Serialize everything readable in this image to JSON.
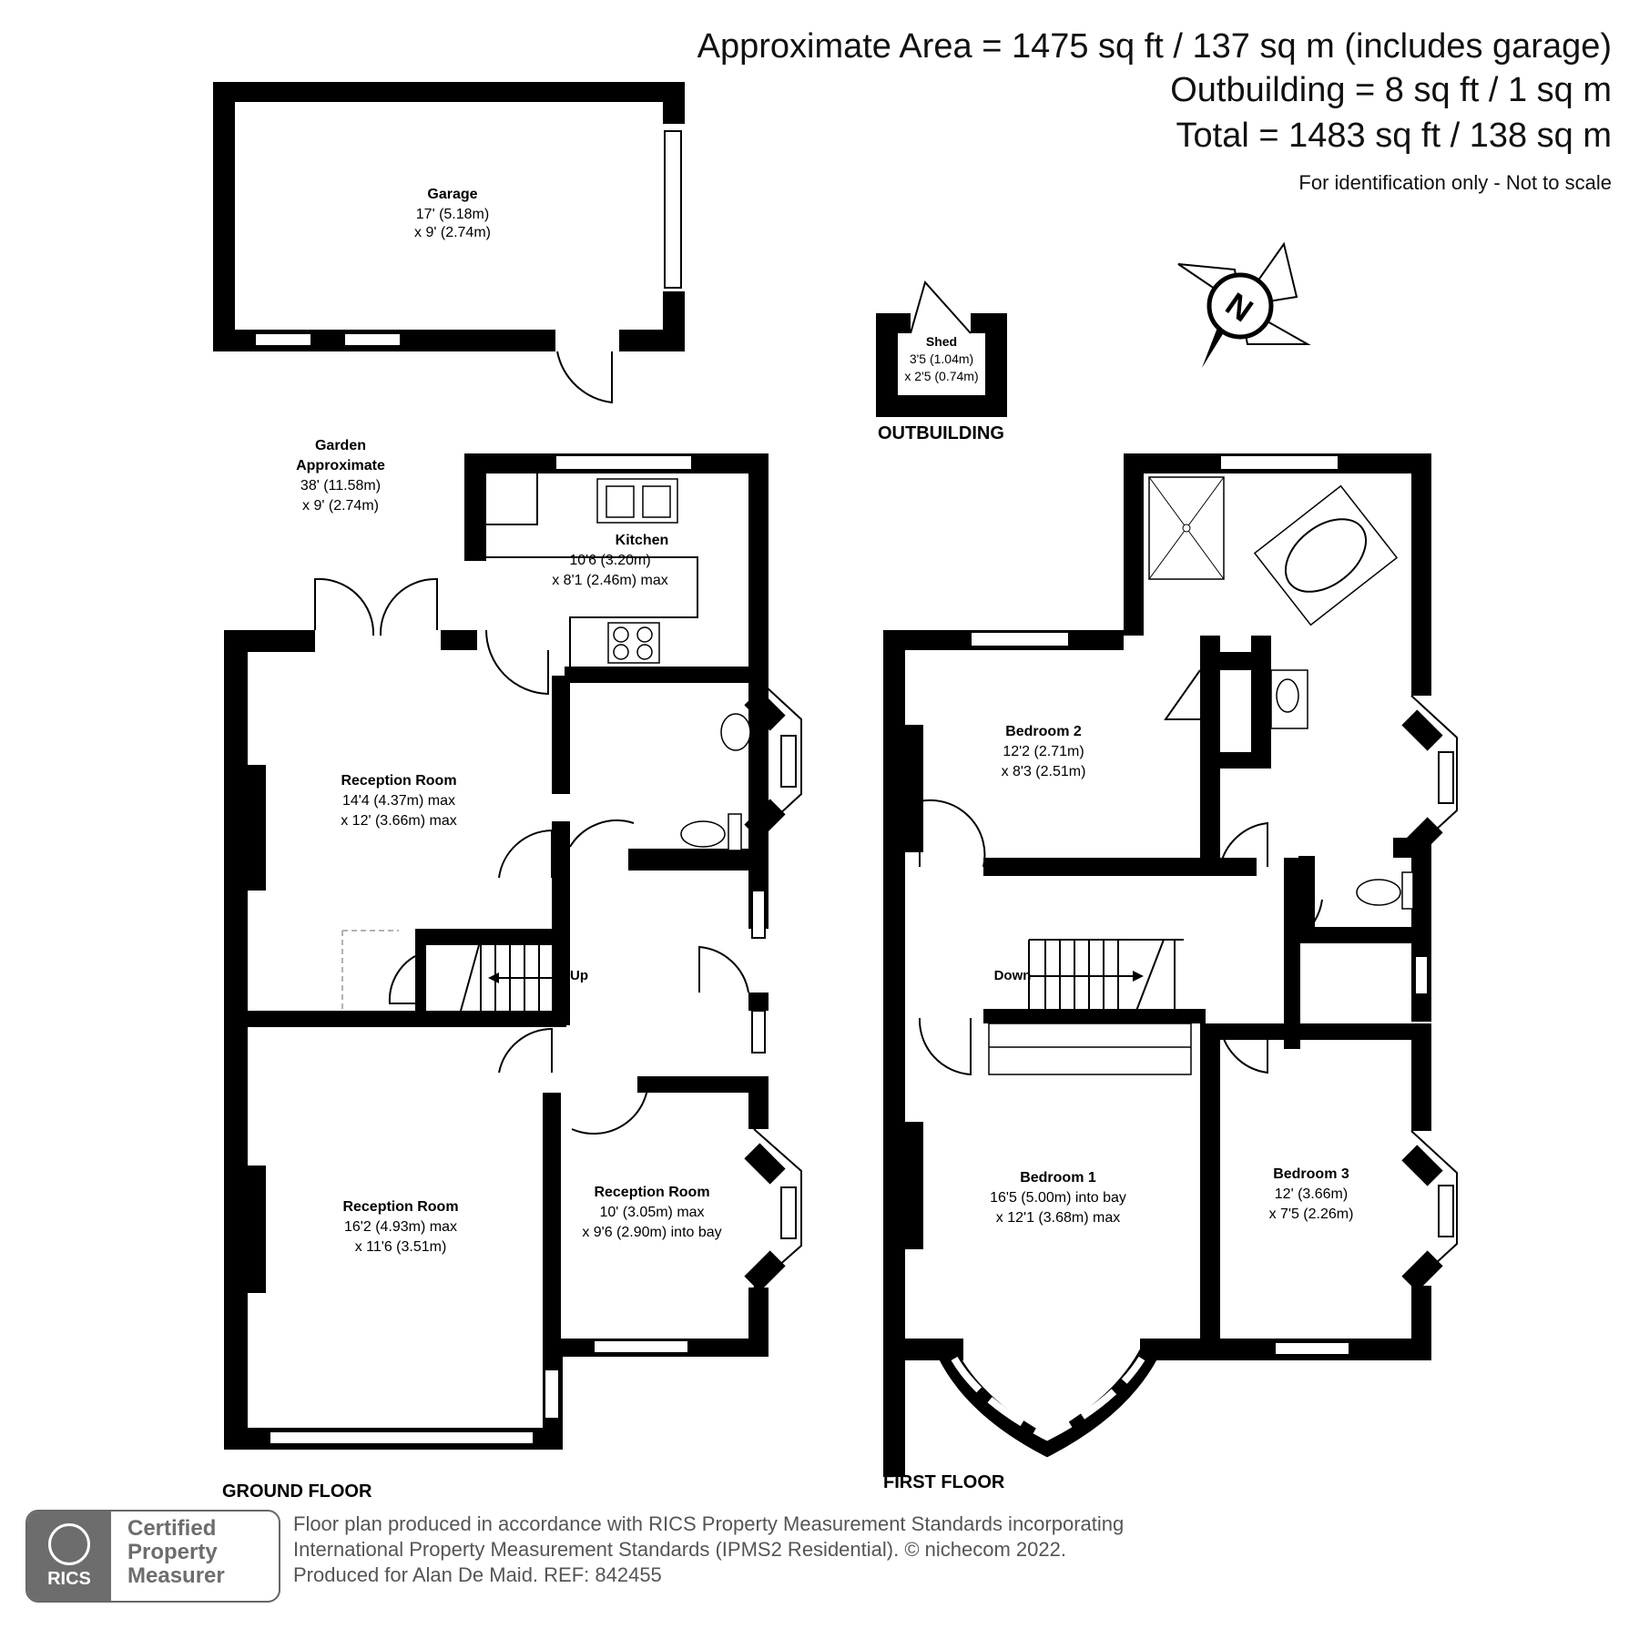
{
  "header": {
    "area_line": "Approximate Area = 1475 sq ft / 137 sq m (includes garage)",
    "outbuilding_line": "Outbuilding = 8 sq ft / 1 sq m",
    "total_line": "Total = 1483 sq ft / 138 sq m",
    "note": "For identification only - Not to scale"
  },
  "compass": {
    "label": "N"
  },
  "garage": {
    "name": "Garage",
    "dim1": "17' (5.18m)",
    "dim2": "x 9' (2.74m)"
  },
  "shed": {
    "name": "Shed",
    "dim1": "3'5 (1.04m)",
    "dim2": "x 2'5 (0.74m)"
  },
  "outbuilding_label": "OUTBUILDING",
  "garden": {
    "line1": "Garden",
    "line2": "Approximate",
    "dim1": "38' (11.58m)",
    "dim2": "x 9' (2.74m)"
  },
  "ground_floor": {
    "label": "GROUND FLOOR",
    "kitchen": {
      "name": "Kitchen",
      "dim1": "10'6 (3.20m)",
      "dim2": "x 8'1 (2.46m) max"
    },
    "reception_1": {
      "name": "Reception Room",
      "dim1": "14'4 (4.37m) max",
      "dim2": "x 12' (3.66m) max"
    },
    "reception_2": {
      "name": "Reception Room",
      "dim1": "16'2 (4.93m) max",
      "dim2": "x 11'6 (3.51m)"
    },
    "reception_3": {
      "name": "Reception Room",
      "dim1": "10' (3.05m) max",
      "dim2": "x 9'6 (2.90m) into bay"
    },
    "stairs_label": "Up"
  },
  "first_floor": {
    "label": "FIRST FLOOR",
    "bedroom_2": {
      "name": "Bedroom 2",
      "dim1": "12'2 (2.71m)",
      "dim2": "x 8'3 (2.51m)"
    },
    "bedroom_1": {
      "name": "Bedroom 1",
      "dim1": "16'5 (5.00m) into bay",
      "dim2": "x 12'1 (3.68m) max"
    },
    "bedroom_3": {
      "name": "Bedroom 3",
      "dim1": "12' (3.66m)",
      "dim2": "x 7'5 (2.26m)"
    },
    "stairs_label": "Down"
  },
  "footer": {
    "logo_org": "RICS",
    "logo_line1": "Certified",
    "logo_line2": "Property",
    "logo_line3": "Measurer",
    "line1": "Floor plan produced in accordance with RICS Property Measurement Standards incorporating",
    "line2": "International Property Measurement Standards (IPMS2 Residential).   © nichecom 2022.",
    "line3": "Produced for Alan De Maid.   REF: 842455"
  }
}
